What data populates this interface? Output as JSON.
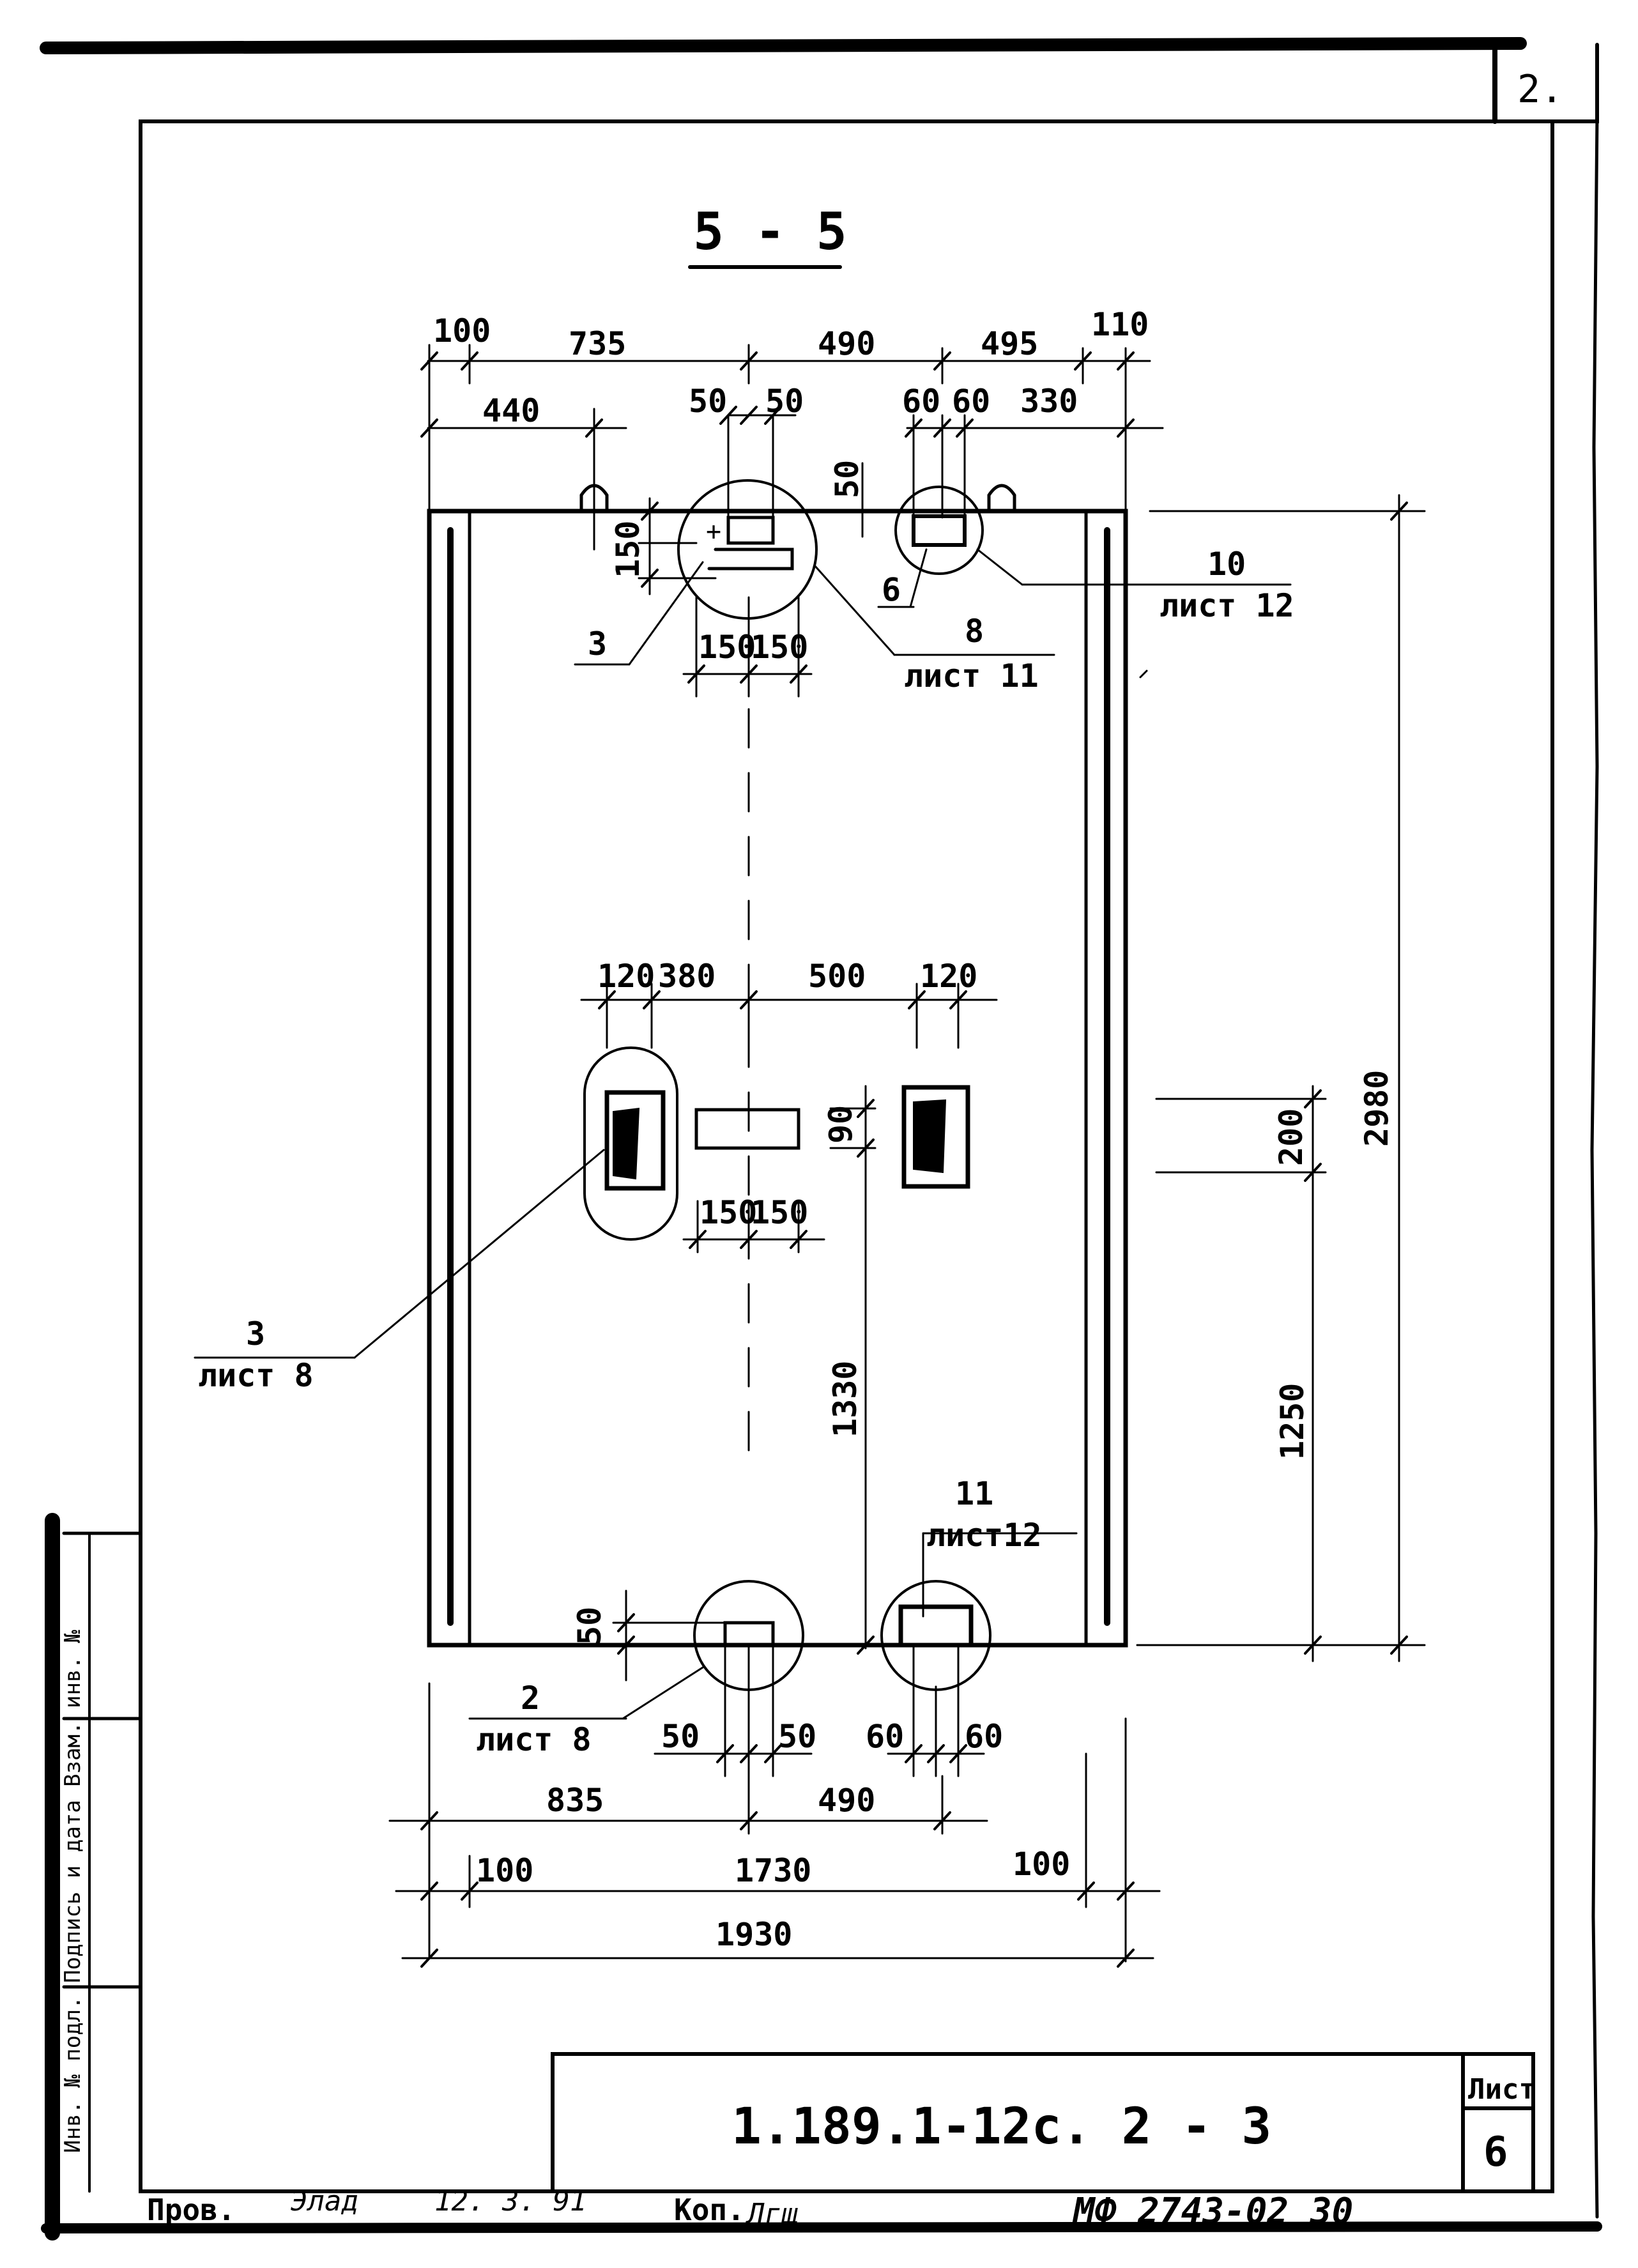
{
  "sheet": {
    "corner_number": "2.",
    "section_title": "5 - 5",
    "document_code": "1.189.1-12c. 2 - 3",
    "sheet_label": "Лист",
    "sheet_number": "6",
    "checked_label": "Пров.",
    "checked_signature": "Элад",
    "checked_date": "12. 3. 91",
    "copied_label": "Коп.",
    "copied_signature": "Лгщ",
    "archive_number": "МФ 2743-02  30",
    "side_stamp_text": "Инв. № подл.   Подпись и дата   Взам. инв. №"
  },
  "dimensions": {
    "top_row1": [
      "100",
      "735",
      "490",
      "495",
      "110"
    ],
    "top_row2": [
      "440",
      "50",
      "50",
      "60",
      "60",
      "330"
    ],
    "top_left_vertical": [
      "50",
      "150"
    ],
    "top_hole_widths": [
      "150",
      "150"
    ],
    "middle_row": [
      "120",
      "380",
      "500",
      "120"
    ],
    "middle_vertical": "90",
    "middle_hole_widths": [
      "150",
      "150"
    ],
    "right_verticals": [
      "2980",
      "200",
      "1250"
    ],
    "center_vertical": "1330",
    "bottom_left_vertical": "50",
    "bottom_row1": [
      "50",
      "50",
      "60",
      "60"
    ],
    "bottom_row2": [
      "835",
      "490"
    ],
    "bottom_row3": [
      "100",
      "1730",
      "100"
    ],
    "bottom_total": "1930"
  },
  "references": {
    "callout_3_top": "3",
    "callout_6": "6",
    "callout_8": {
      "number": "8",
      "sheet": "лист 11"
    },
    "callout_10": {
      "number": "10",
      "sheet": "лист 12"
    },
    "callout_3_mid": {
      "number": "3",
      "sheet": "лист 8"
    },
    "callout_11": {
      "number": "11",
      "sheet": "лист12"
    },
    "callout_2": {
      "number": "2",
      "sheet": "лист 8"
    }
  }
}
